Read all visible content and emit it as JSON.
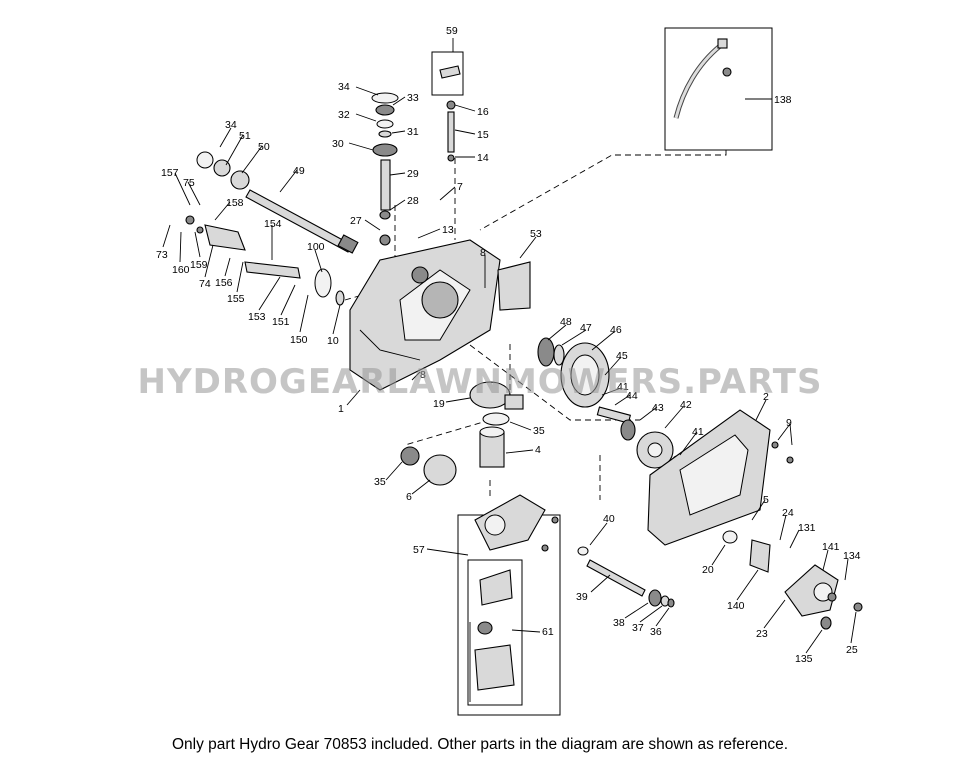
{
  "watermark": "HYDROGEARLAWNMOWERS.PARTS",
  "footer": "Only part Hydro Gear 70853 included. Other parts in the diagram are shown as reference.",
  "callouts": [
    "59",
    "34",
    "33",
    "16",
    "32",
    "31",
    "15",
    "30",
    "14",
    "29",
    "7",
    "28",
    "27",
    "13",
    "138",
    "34",
    "51",
    "50",
    "49",
    "157",
    "75",
    "158",
    "154",
    "73",
    "160",
    "159",
    "74",
    "156",
    "155",
    "100",
    "153",
    "151",
    "150",
    "10",
    "8",
    "53",
    "48",
    "47",
    "46",
    "45",
    "41",
    "44",
    "43",
    "42",
    "41",
    "2",
    "9",
    "19",
    "35",
    "1",
    "8",
    "4",
    "35",
    "6",
    "5",
    "40",
    "57",
    "24",
    "131",
    "141",
    "134",
    "20",
    "39",
    "140",
    "38",
    "37",
    "36",
    "23",
    "61",
    "25",
    "135"
  ]
}
